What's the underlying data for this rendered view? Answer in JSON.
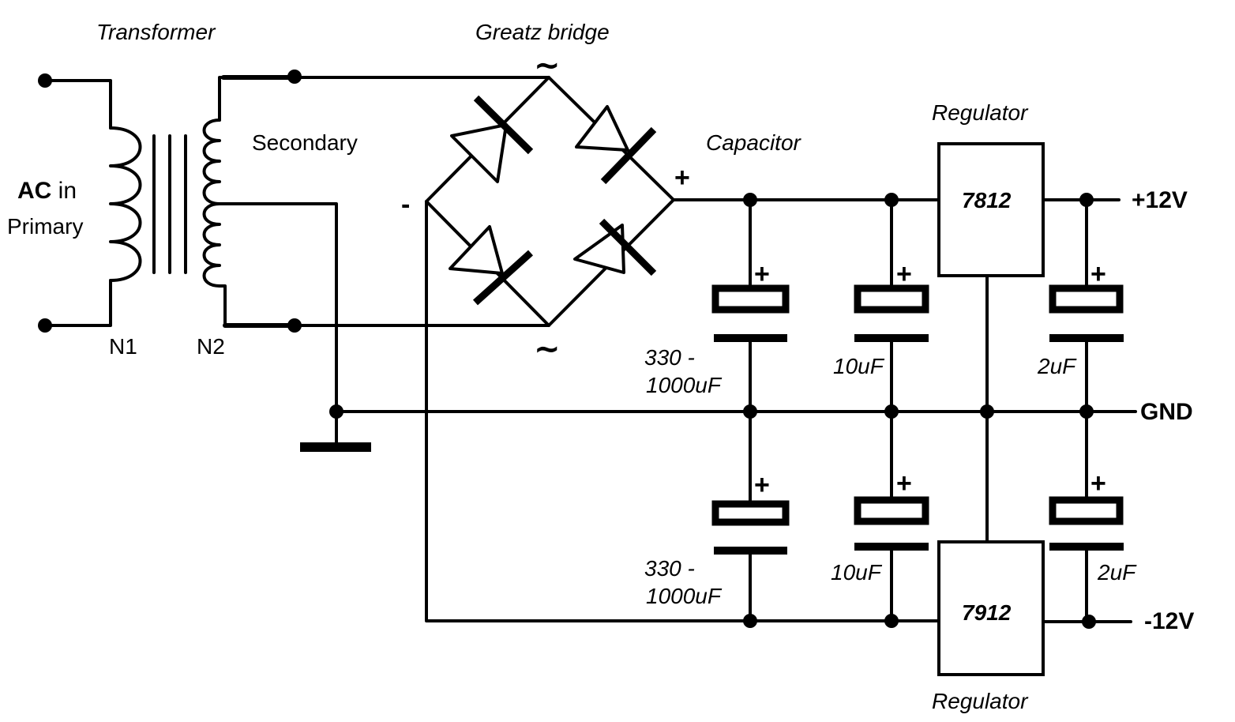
{
  "labels": {
    "transformer": "Transformer",
    "ac_bold": "AC",
    "ac_rest": " in",
    "primary": "Primary",
    "secondary": "Secondary",
    "n1": "N1",
    "n2": "N2",
    "bridge": "Greatz bridge",
    "capacitor": "Capacitor",
    "bridge_plus": "+",
    "bridge_minus": "-",
    "ac_symbol": "~",
    "regulator": "Regulator",
    "reg_pos": "7812",
    "reg_neg": "7912",
    "out_pos": "+12V",
    "out_gnd": "GND",
    "out_neg": "-12V",
    "cap_big_1": "330 -",
    "cap_big_2": "1000uF",
    "cap_mid": "10uF",
    "cap_small": "2uF",
    "cap_polarity": "+"
  }
}
